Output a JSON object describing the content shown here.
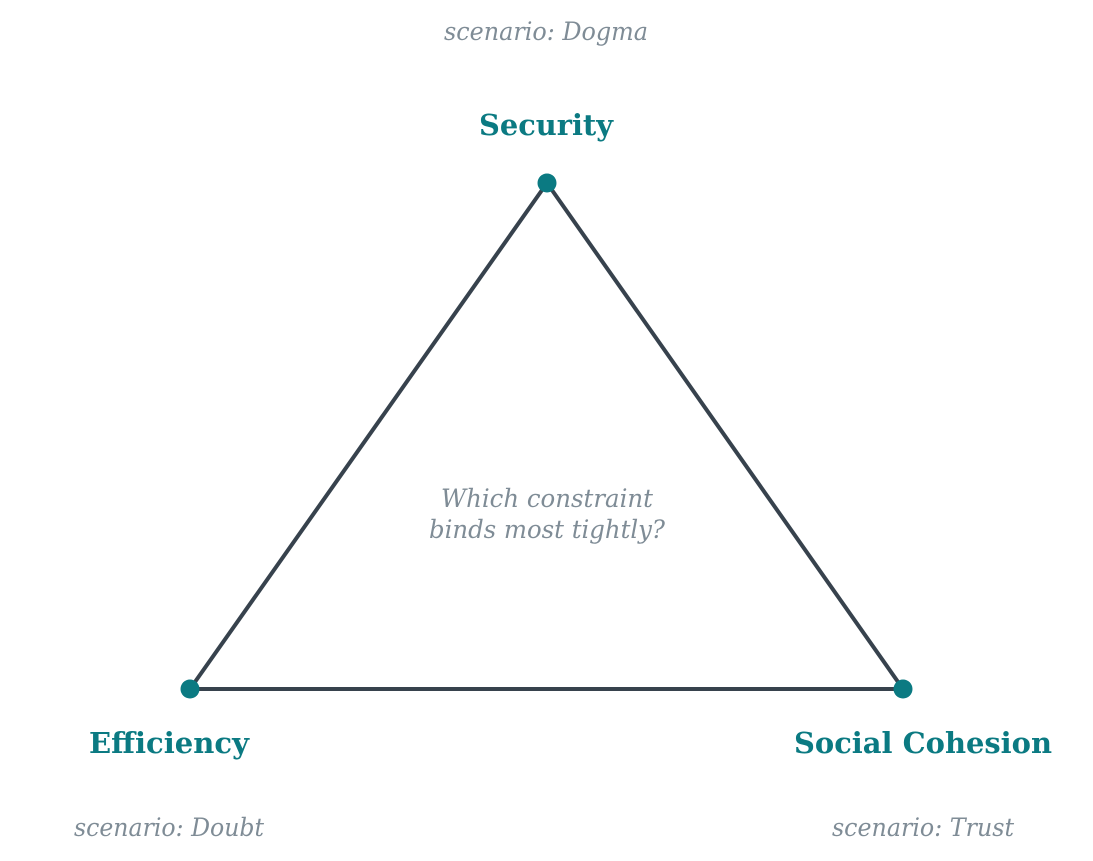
{
  "colors": {
    "accent": "#0b7a82",
    "edge": "#37424d",
    "muted": "#7f8c96",
    "background": "#ffffff"
  },
  "vertices": {
    "top": {
      "label": "Security",
      "scenario": "scenario: Dogma"
    },
    "bottom_left": {
      "label": "Efficiency",
      "scenario": "scenario: Doubt"
    },
    "bottom_right": {
      "label": "Social Cohesion",
      "scenario": "scenario: Trust"
    }
  },
  "center": {
    "line1": "Which constraint",
    "line2": "binds most tightly?"
  }
}
